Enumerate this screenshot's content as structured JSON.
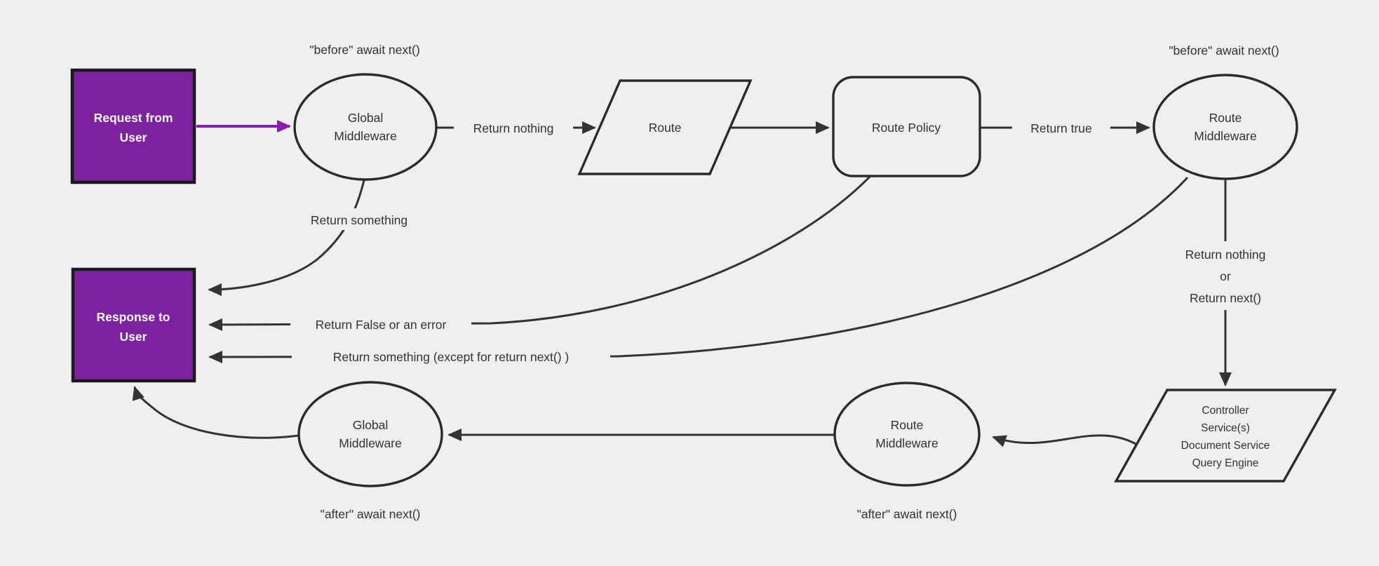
{
  "diagram": {
    "colors": {
      "bg": "#efefef",
      "shape_stroke": "#2b2b2b",
      "edge_stroke": "#333333",
      "text": "#333333",
      "purple_fill": "#7d219e",
      "purple_border": "#1a1a1a",
      "purple_arrow": "#8a1fb0",
      "white_text": "#ffffff"
    },
    "nodes": {
      "request_from_user": {
        "shape": "rectangle",
        "lines": [
          "Request from",
          "User"
        ]
      },
      "global_middleware_before": {
        "shape": "ellipse",
        "lines": [
          "Global",
          "Middleware"
        ]
      },
      "route": {
        "shape": "parallelogram",
        "label": "Route"
      },
      "route_policy": {
        "shape": "rounded-rectangle",
        "label": "Route Policy"
      },
      "route_middleware_before": {
        "shape": "ellipse",
        "lines": [
          "Route",
          "Middleware"
        ]
      },
      "response_to_user": {
        "shape": "rectangle",
        "lines": [
          "Response to",
          "User"
        ]
      },
      "global_middleware_after": {
        "shape": "ellipse",
        "lines": [
          "Global",
          "Middleware"
        ]
      },
      "route_middleware_after": {
        "shape": "ellipse",
        "lines": [
          "Route",
          "Middleware"
        ]
      },
      "controller_services": {
        "shape": "parallelogram",
        "lines": [
          "Controller",
          "Service(s)",
          "Document Service",
          "Query Engine"
        ]
      }
    },
    "annotations": {
      "before_global": "\"before\" await next()",
      "before_route": "\"before\" await next()",
      "after_global": "\"after\" await next()",
      "after_route": "\"after\" await next()"
    },
    "edges": {
      "global_to_route": {
        "label": "Return nothing"
      },
      "policy_to_middleware": {
        "label": "Return true"
      },
      "global_to_response": {
        "label": "Return something"
      },
      "policy_to_response": {
        "label": "Return False or an error"
      },
      "middleware_to_response": {
        "label": "Return something (except for return next() )"
      },
      "middleware_to_controller": {
        "lines": [
          "Return nothing",
          "or",
          "Return next()"
        ]
      }
    }
  }
}
